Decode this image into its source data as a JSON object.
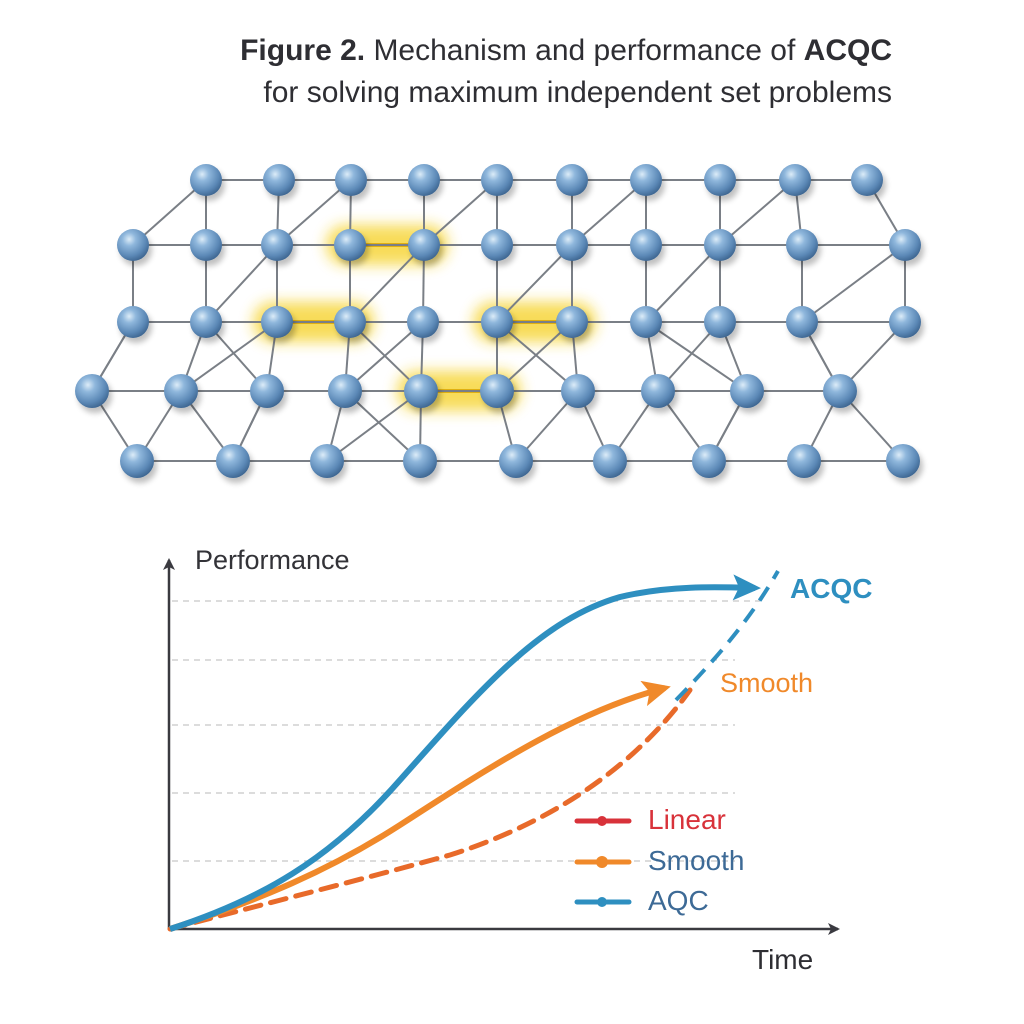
{
  "figure": {
    "label": "Figure 2.",
    "title_part1": " Mechanism and performance of ",
    "title_emphasis": "ACQC",
    "title_line2": "for solving maximum independent set problems"
  },
  "lattice": {
    "node_color": "#6e9cc8",
    "edge_color": "#7a7f86",
    "highlight_color": "#f5d020",
    "rows": [
      {
        "y": 180,
        "x": [
          206,
          279,
          351,
          424,
          497,
          572,
          646,
          720,
          795,
          867
        ]
      },
      {
        "y": 245,
        "x": [
          133,
          206,
          277,
          350,
          424,
          497,
          572,
          646,
          720,
          802,
          905
        ]
      },
      {
        "y": 322,
        "x": [
          133,
          206,
          277,
          350,
          423,
          497,
          572,
          646,
          720,
          802,
          905
        ]
      },
      {
        "y": 391,
        "x": [
          92,
          181,
          267,
          345,
          421,
          497,
          578,
          658,
          747,
          840
        ]
      },
      {
        "y": 461,
        "x": [
          137,
          233,
          327,
          420,
          516,
          610,
          709,
          804,
          903
        ]
      }
    ],
    "highlighted_pairs": [
      [
        [
          350,
          245
        ],
        [
          424,
          245
        ]
      ],
      [
        [
          277,
          322
        ],
        [
          350,
          322
        ]
      ],
      [
        [
          497,
          322
        ],
        [
          572,
          322
        ]
      ],
      [
        [
          421,
          391
        ],
        [
          497,
          391
        ]
      ]
    ]
  },
  "chart_data": {
    "type": "line",
    "title": "",
    "xlabel": "Time",
    "ylabel": "Performance",
    "grid": true,
    "legend_position": "lower right (inside)",
    "x": [
      0,
      0.1,
      0.2,
      0.3,
      0.4,
      0.5,
      0.6,
      0.7,
      0.8,
      0.9,
      1.0
    ],
    "series": [
      {
        "name": "ACQC (AQC)",
        "color": "#2e8fc0",
        "style": "solid",
        "values": [
          0,
          0.05,
          0.13,
          0.25,
          0.4,
          0.57,
          0.72,
          0.84,
          0.91,
          0.94,
          0.95
        ]
      },
      {
        "name": "Smooth",
        "color": "#f0892a",
        "style": "solid",
        "values": [
          0,
          0.04,
          0.1,
          0.18,
          0.28,
          0.38,
          0.47,
          0.55,
          0.61,
          0.65,
          0.67
        ]
      },
      {
        "name": "Linear",
        "color": "#e86a2a",
        "style": "dashed",
        "values": [
          0,
          0.03,
          0.07,
          0.11,
          0.15,
          0.2,
          0.26,
          0.33,
          0.42,
          0.55,
          0.7
        ]
      }
    ],
    "annotations": [
      "ACQC",
      "Smooth"
    ],
    "legend": [
      "Linear",
      "Smooth",
      "AQC"
    ]
  },
  "chart": {
    "y_axis_label": "Performance",
    "x_axis_label": "Time",
    "end_label_acqc": "ACQC",
    "end_label_smooth": "Smooth",
    "legend": [
      {
        "label": "Linear",
        "color": "#d8323a",
        "text_color": "#d8323a"
      },
      {
        "label": "Smooth",
        "color": "#f0892a",
        "text_color": "#3d6a96"
      },
      {
        "label": "AQC",
        "color": "#2e8fc0",
        "text_color": "#3d6a96"
      }
    ],
    "colors": {
      "acqc": "#2e8fc0",
      "smooth": "#f0892a",
      "linear_dashed": "#e86a2a",
      "axis": "#3a3a40",
      "grid": "#c8c8c8"
    }
  }
}
